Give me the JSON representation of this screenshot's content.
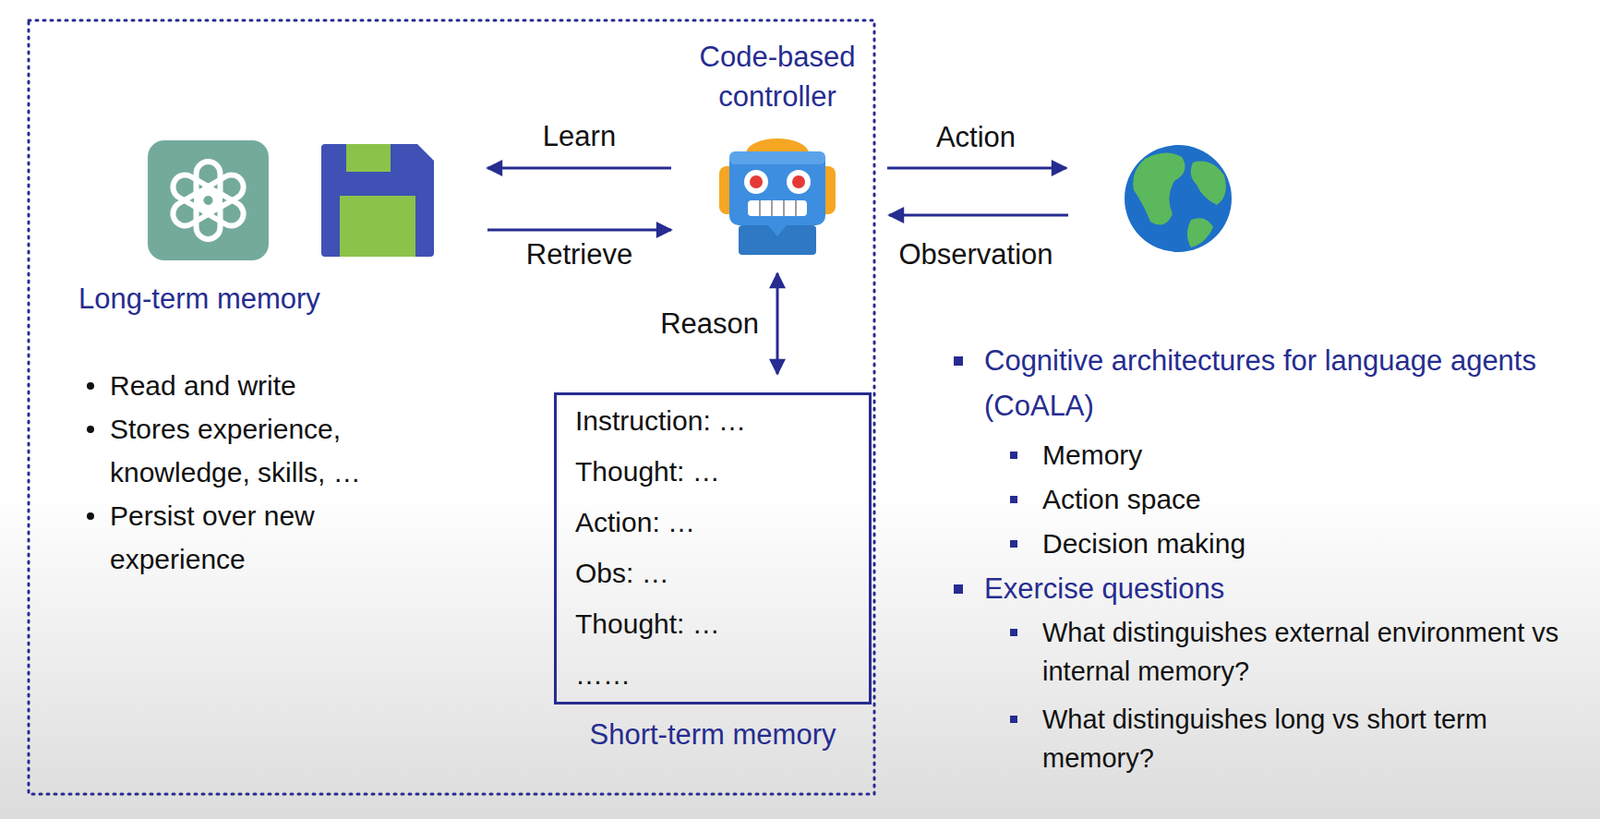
{
  "diagram": {
    "nodes": [
      {
        "text": [
          "Long-term memory",
          "Read and write",
          "Stores experience, knowledge, skills, …",
          "Persist over new experience"
        ]
      },
      {
        "text": [
          "Code-based controller"
        ]
      },
      {
        "text": [
          "Instruction: …",
          "Thought: …",
          "Action: …",
          "Obs: …",
          "Thought: …",
          "……",
          "Short-term memory"
        ]
      }
    ],
    "edges": [
      {
        "from": 1,
        "to": 0,
        "label": "Learn",
        "arrow": "to"
      },
      {
        "from": 0,
        "to": 1,
        "label": "Retrieve",
        "arrow": "to"
      },
      {
        "from": 1,
        "to": 2,
        "label": "Reason",
        "arrow": "both"
      }
    ],
    "labels": [
      "Action",
      "Observation",
      "Cognitive architectures for language agents (CoALA)",
      "Memory",
      "Action space",
      "Decision making",
      "Exercise questions",
      "What distinguishes external environment vs internal memory?",
      "What distinguishes long vs short term memory?"
    ]
  }
}
